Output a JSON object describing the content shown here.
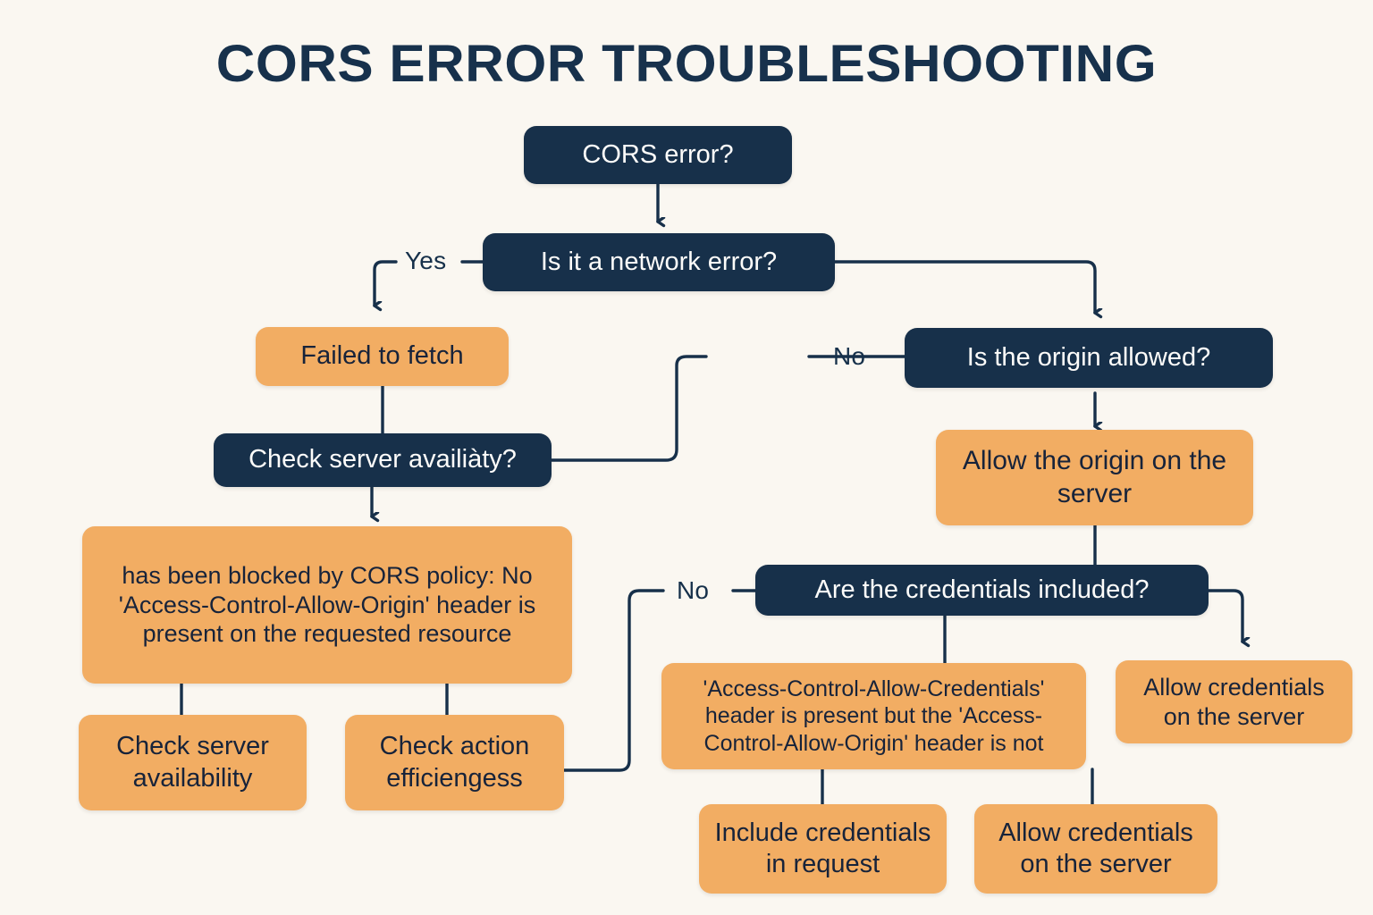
{
  "page": {
    "title": "CORS ERROR TROUBLESHOOTING",
    "background_color": "#faf7f1",
    "decision_color": "#17304a",
    "action_color": "#f2ad63",
    "connector_color": "#17304a"
  },
  "chart_data": {
    "type": "diagram",
    "title": "CORS ERROR TROUBLESHOOTING",
    "diagram_kind": "flowchart",
    "nodes": [
      {
        "id": "n1",
        "label": "CORS error?",
        "kind": "decision",
        "color": "#17304a"
      },
      {
        "id": "n2",
        "label": "Is it a network error?",
        "kind": "decision",
        "color": "#17304a"
      },
      {
        "id": "n3",
        "label": "Failed to fetch",
        "kind": "action",
        "color": "#f2ad63"
      },
      {
        "id": "n4",
        "label": "Check server availiàty?",
        "kind": "decision",
        "color": "#17304a"
      },
      {
        "id": "n5",
        "label": "has been blocked by CORS policy: No 'Access-Control-Allow-Origin' header is present on the requested resource",
        "kind": "action",
        "color": "#f2ad63"
      },
      {
        "id": "n6",
        "label": "Check server availability",
        "kind": "action",
        "color": "#f2ad63"
      },
      {
        "id": "n7",
        "label": "Check action efficiengess",
        "kind": "action",
        "color": "#f2ad63"
      },
      {
        "id": "n8",
        "label": "Is the origin allowed?",
        "kind": "decision",
        "color": "#17304a"
      },
      {
        "id": "n9",
        "label": "Allow the origin on the server",
        "kind": "action",
        "color": "#f2ad63"
      },
      {
        "id": "n10",
        "label": "Are the credentials included?",
        "kind": "decision",
        "color": "#17304a"
      },
      {
        "id": "n11",
        "label": "'Access-Control-Allow-Credentials' header is present but the 'Access-Control-Allow-Origin' header is not",
        "kind": "action",
        "color": "#f2ad63"
      },
      {
        "id": "n12",
        "label": "Allow credentials on the server",
        "kind": "action",
        "color": "#f2ad63"
      },
      {
        "id": "n13",
        "label": "Include credentials in request",
        "kind": "action",
        "color": "#f2ad63"
      },
      {
        "id": "n14",
        "label": "Allow credentials on the server",
        "kind": "action",
        "color": "#f2ad63"
      }
    ],
    "edges": [
      {
        "from": "n1",
        "to": "n2",
        "label": "",
        "arrow": true
      },
      {
        "from": "n2",
        "to": "n3",
        "label": "Yes",
        "arrow": true
      },
      {
        "from": "n2",
        "to": "n8",
        "label": "",
        "arrow": true
      },
      {
        "from": "n3",
        "to": "n4",
        "label": "",
        "arrow": false
      },
      {
        "from": "n4",
        "to": "n5",
        "label": "",
        "arrow": true
      },
      {
        "from": "n4",
        "to": "n8",
        "label": "No",
        "arrow": false
      },
      {
        "from": "n5",
        "to": "n6",
        "label": "",
        "arrow": false
      },
      {
        "from": "n5",
        "to": "n7",
        "label": "",
        "arrow": false
      },
      {
        "from": "n7",
        "to": "n10",
        "label": "No",
        "arrow": false
      },
      {
        "from": "n8",
        "to": "n9",
        "label": "",
        "arrow": true
      },
      {
        "from": "n9",
        "to": "n10",
        "label": "",
        "arrow": false
      },
      {
        "from": "n10",
        "to": "n11",
        "label": "",
        "arrow": false
      },
      {
        "from": "n10",
        "to": "n12",
        "label": "",
        "arrow": true
      },
      {
        "from": "n11",
        "to": "n13",
        "label": "",
        "arrow": false
      },
      {
        "from": "n11",
        "to": "n14",
        "label": "",
        "arrow": false
      }
    ],
    "edge_labels": [
      "Yes",
      "No",
      "No"
    ]
  },
  "labels": {
    "yes_network": "Yes",
    "no_origin": "No",
    "no_credentials": "No"
  }
}
